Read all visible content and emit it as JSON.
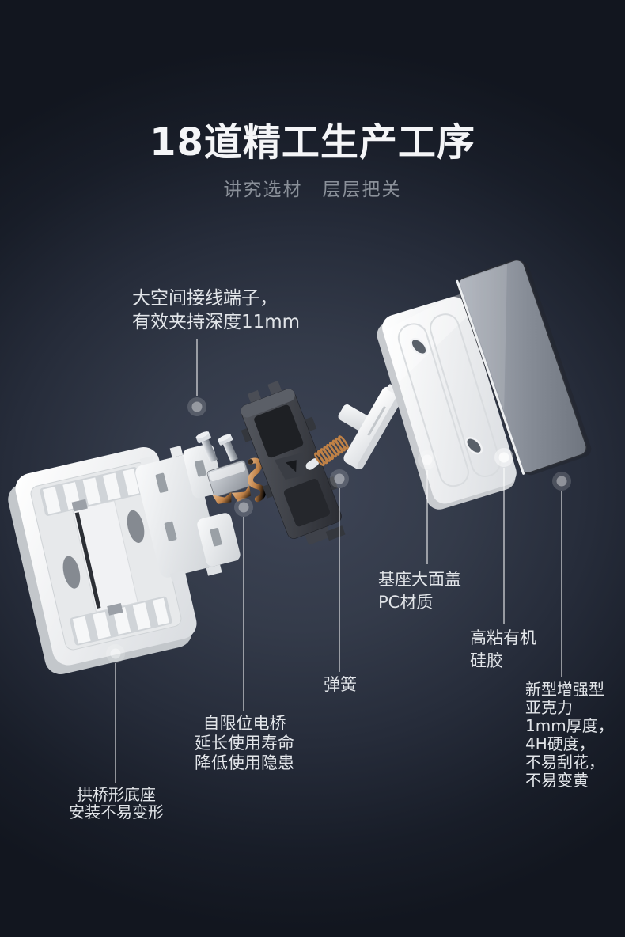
{
  "header": {
    "title": "18道精工生产工序",
    "subtitle": "讲究选材　层层把关"
  },
  "callouts": [
    {
      "name": "terminal",
      "lines": [
        "大空间接线端子，",
        "有效夹持深度11mm"
      ]
    },
    {
      "name": "cover",
      "lines": [
        "基座大面盖",
        "PC材质"
      ]
    },
    {
      "name": "silicone",
      "lines": [
        "高粘有机",
        "硅胶"
      ]
    },
    {
      "name": "acrylic",
      "lines": [
        "新型增强型",
        "亚克力",
        "1mm厚度，",
        "4H硬度，",
        "不易刮花，",
        "不易变黄"
      ]
    },
    {
      "name": "spring",
      "lines": [
        "弹簧"
      ]
    },
    {
      "name": "bridge",
      "lines": [
        "自限位电桥",
        "延长使用寿命",
        "降低使用隐患"
      ]
    },
    {
      "name": "base",
      "lines": [
        "拱桥形底座",
        "安装不易变形"
      ]
    }
  ],
  "colors": {
    "background_center": "#3e4556",
    "background_edge": "#12161f",
    "title_text": "#f4f5f7",
    "subtitle_text": "#8a9099",
    "label_text": "#e2e5e9",
    "leader_line": "#ffffff",
    "copper": "#b97c45",
    "dark_part": "#3c3f46"
  }
}
